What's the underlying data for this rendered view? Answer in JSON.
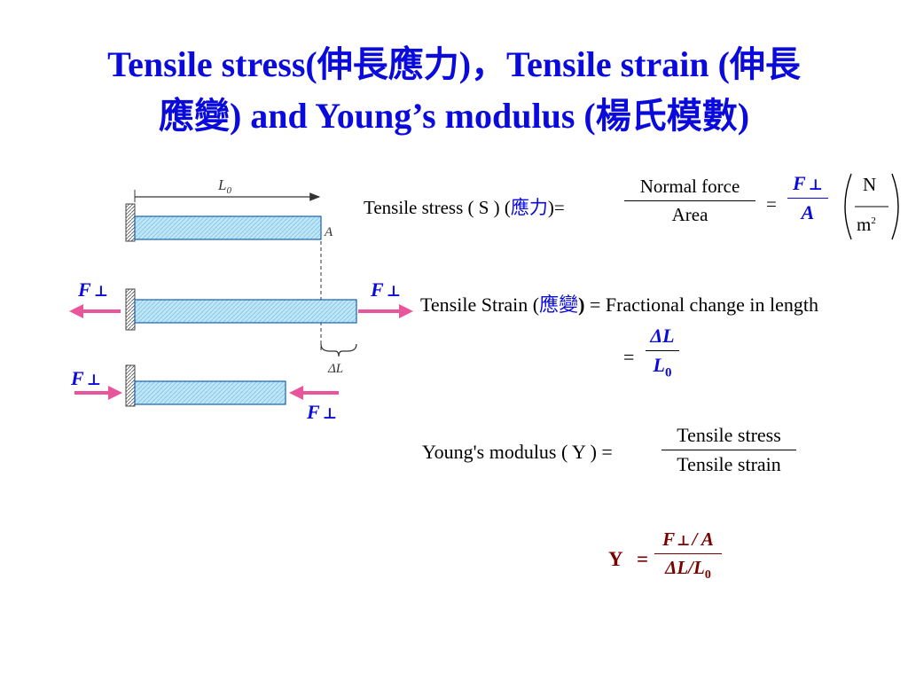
{
  "title": {
    "line1": "Tensile stress(伸長應力)，Tensile strain (伸長",
    "line2": "應變) and Young’s modulus (楊氏模數)"
  },
  "figure": {
    "length_label": "L",
    "length_sub": "0",
    "area_label": "A",
    "delta_label": "ΔL",
    "force_label": "F",
    "perp_symbol": "⊥"
  },
  "stress": {
    "left_label": "Tensile stress ( S ) (",
    "left_cn": "應力",
    "left_close": ")=",
    "num": "Normal force",
    "den": "Area",
    "eq": "=",
    "f_num": "F",
    "f_perp": "⊥",
    "f_den": "A",
    "unit_num": "N",
    "unit_den": "m",
    "unit_exp": "2"
  },
  "strain": {
    "label": "Tensile Strain (",
    "cn": "應變",
    "close": ")",
    "rhs": "= Fractional change in length",
    "eq": "=",
    "num": "ΔL",
    "den": "L",
    "den_sub": "0"
  },
  "young": {
    "label": "Young's modulus ( Y ) =",
    "num": "Tensile stress",
    "den": "Tensile strain"
  },
  "young2": {
    "y": "Y",
    "eq": "=",
    "num_f": "F",
    "num_perp": "⊥",
    "num_rest": "/ A",
    "den": "ΔL/L",
    "den_sub": "0"
  },
  "colors": {
    "title": "#0a0adc",
    "arrow": "#e8559a",
    "bar_fill": "#bfe6f7",
    "bar_border": "#1a5fb0"
  }
}
